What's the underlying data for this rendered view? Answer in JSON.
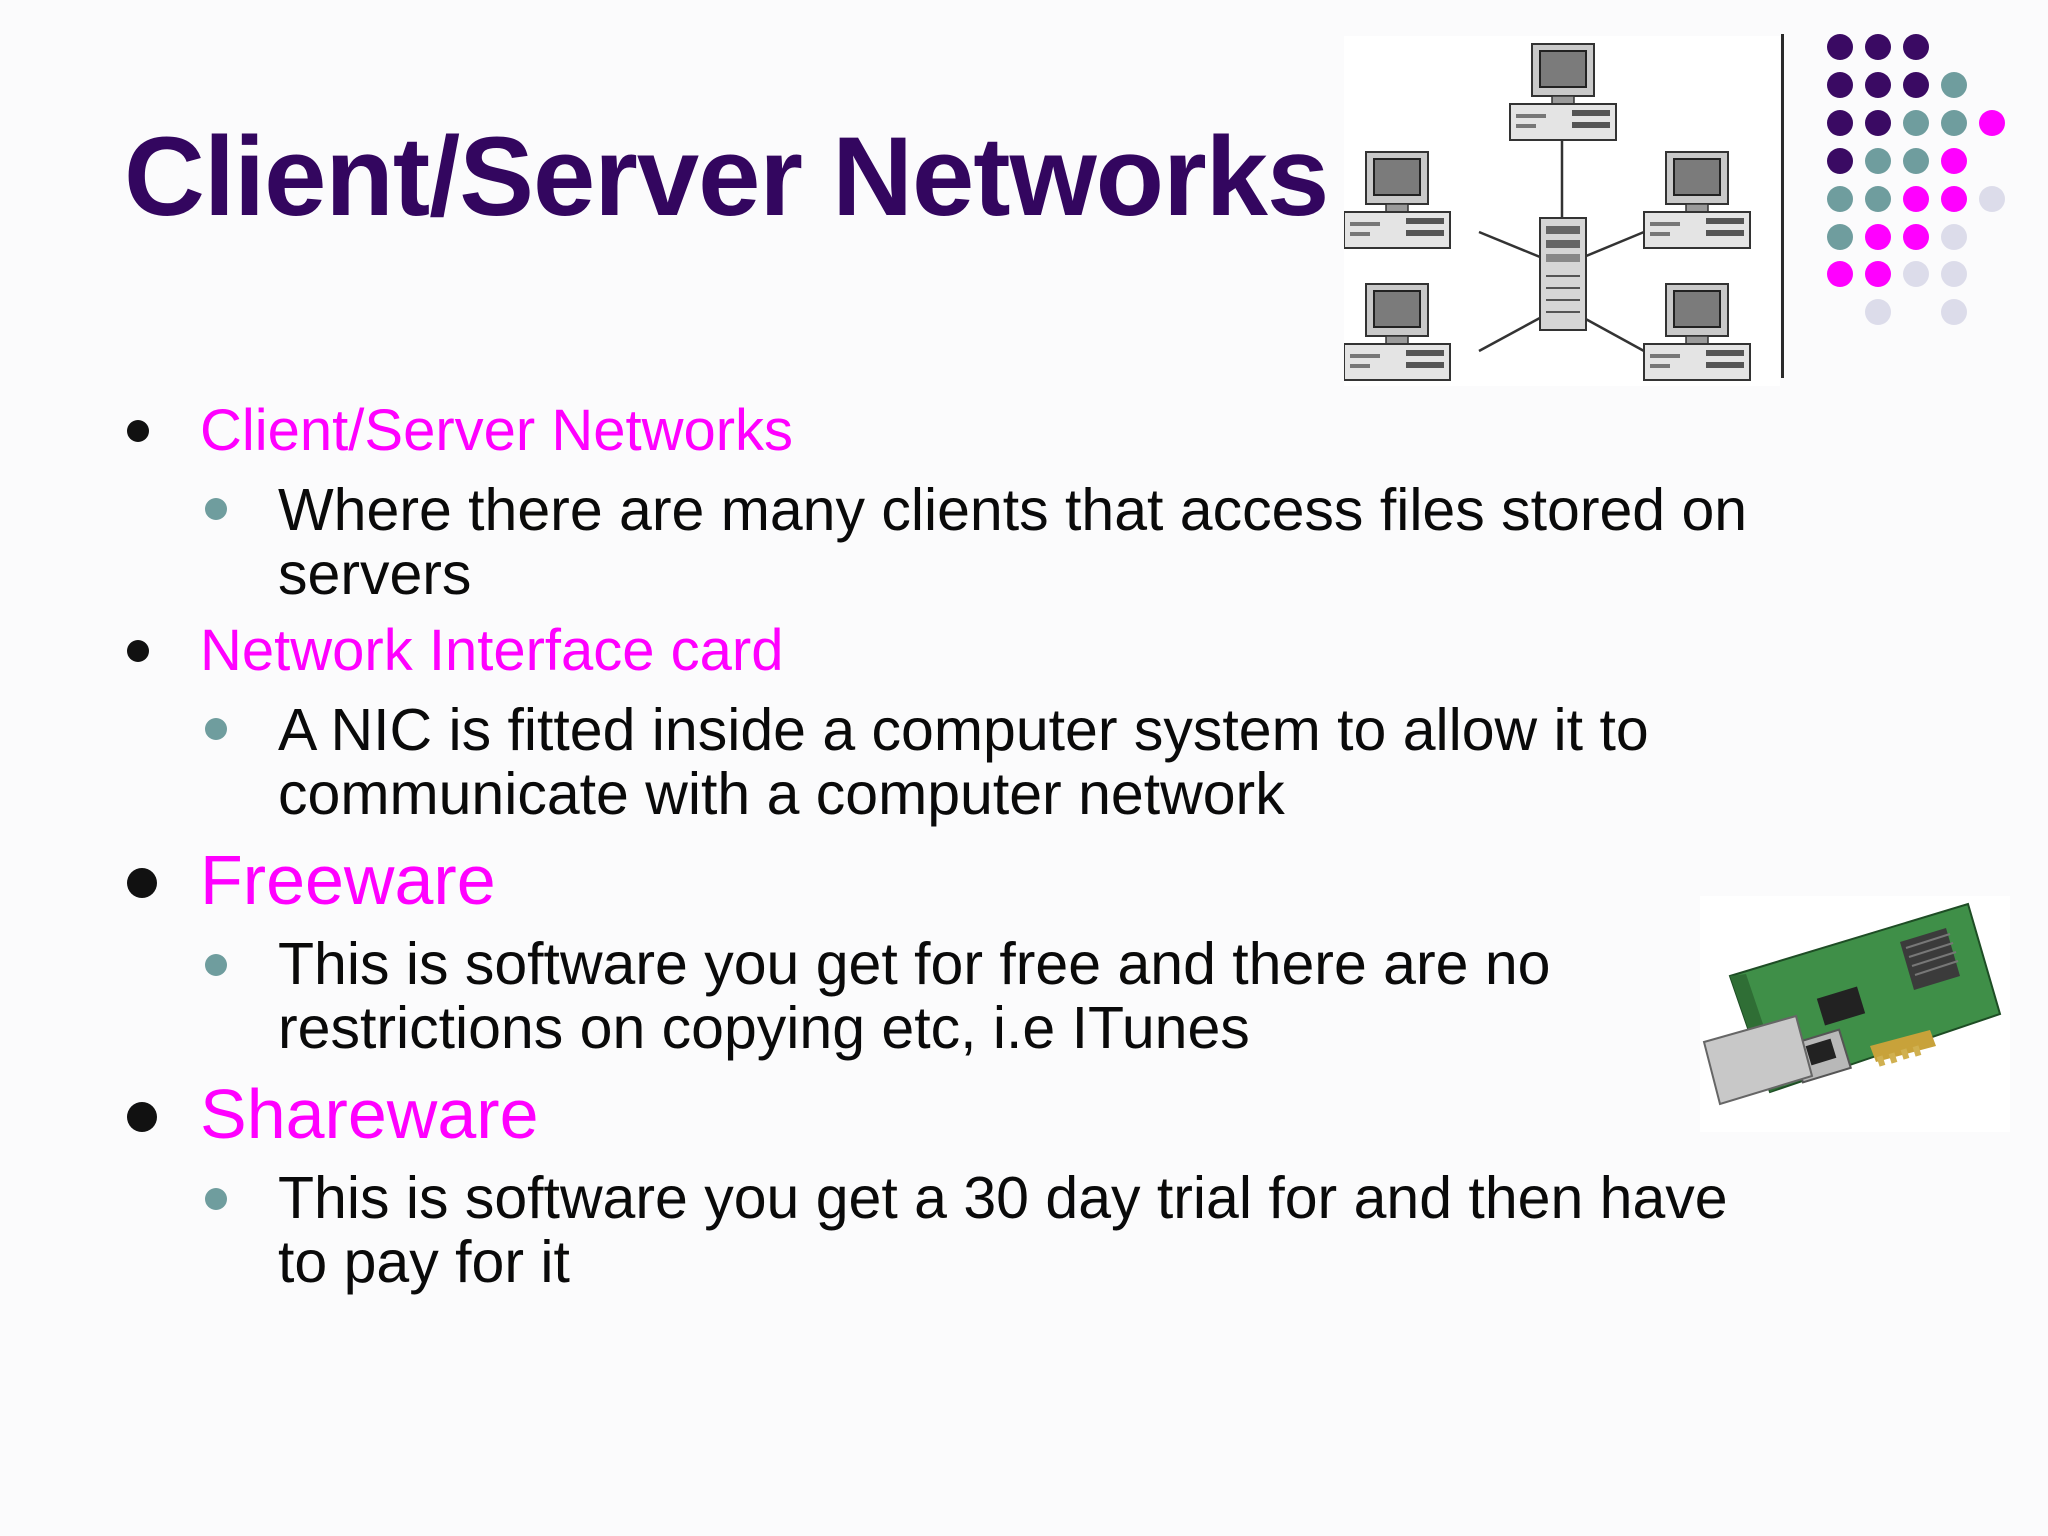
{
  "slide": {
    "title": "Client/Server Networks",
    "sections": [
      {
        "heading": "Client/Server Networks",
        "subitems": [
          {
            "lines": [
              "Where there are many clients that access files stored on",
              "servers"
            ]
          }
        ]
      },
      {
        "heading": "Network Interface card",
        "subitems": [
          {
            "lines": [
              "A NIC is fitted inside a computer system to allow it to",
              "communicate with a computer network"
            ]
          }
        ]
      },
      {
        "heading": "Freeware",
        "subitems": [
          {
            "lines": [
              "This is software you get for free and there are no",
              "restrictions on copying etc, i.e ITunes"
            ]
          }
        ]
      },
      {
        "heading": "Shareware",
        "subitems": [
          {
            "lines": [
              "This is software you get a 30 day trial for and then have",
              "to pay for it"
            ]
          }
        ]
      }
    ]
  },
  "colors": {
    "title": "#33065f",
    "heading": "#ff00ff",
    "body_text": "#0a0a0a",
    "sub_bullet": "#6f9d9e",
    "dot_purple": "#3a0a63",
    "dot_teal": "#6f9d9e",
    "dot_magenta": "#ff00ff",
    "dot_lavender": "#dcdcea"
  },
  "images": {
    "network_diagram": "client-server-network-diagram",
    "nic_photo": "network-interface-card-photo"
  }
}
